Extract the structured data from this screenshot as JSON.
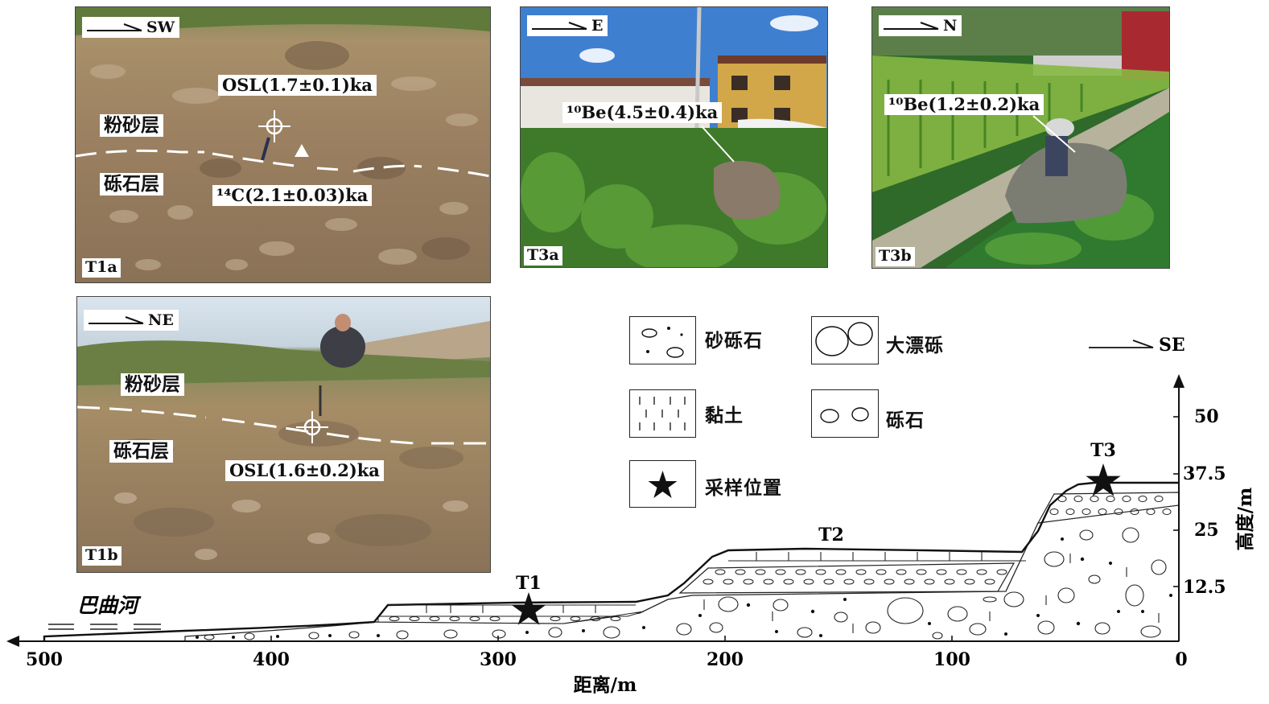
{
  "photos": {
    "t1a": {
      "label": "T1a",
      "direction": "SW",
      "layer_top": "粉砂层",
      "layer_bottom": "砾石层",
      "osl": "OSL(1.7±0.1)ka",
      "c14": "¹⁴C(2.1±0.03)ka"
    },
    "t3a": {
      "label": "T3a",
      "direction": "E",
      "be10": "¹⁰Be(4.5±0.4)ka"
    },
    "t3b": {
      "label": "T3b",
      "direction": "N",
      "be10": "¹⁰Be(1.2±0.2)ka"
    },
    "t1b": {
      "label": "T1b",
      "direction": "NE",
      "layer_top": "粉砂层",
      "layer_bottom": "砾石层",
      "osl": "OSL(1.6±0.2)ka"
    }
  },
  "legend": {
    "sand_gravel": "砂砾石",
    "boulder": "大漂砾",
    "clay": "黏土",
    "gravel": "砾石",
    "sample_site": "采样位置"
  },
  "section": {
    "direction": "SE",
    "river": "巴曲河",
    "terraces": {
      "t1": "T1",
      "t2": "T2",
      "t3": "T3"
    },
    "x_axis_label": "距离/m",
    "y_axis_label": "高度/m",
    "x_ticks": [
      "500",
      "400",
      "300",
      "200",
      "100",
      "0"
    ],
    "y_ticks": [
      "12.5",
      "25",
      "37.5",
      "50"
    ]
  }
}
